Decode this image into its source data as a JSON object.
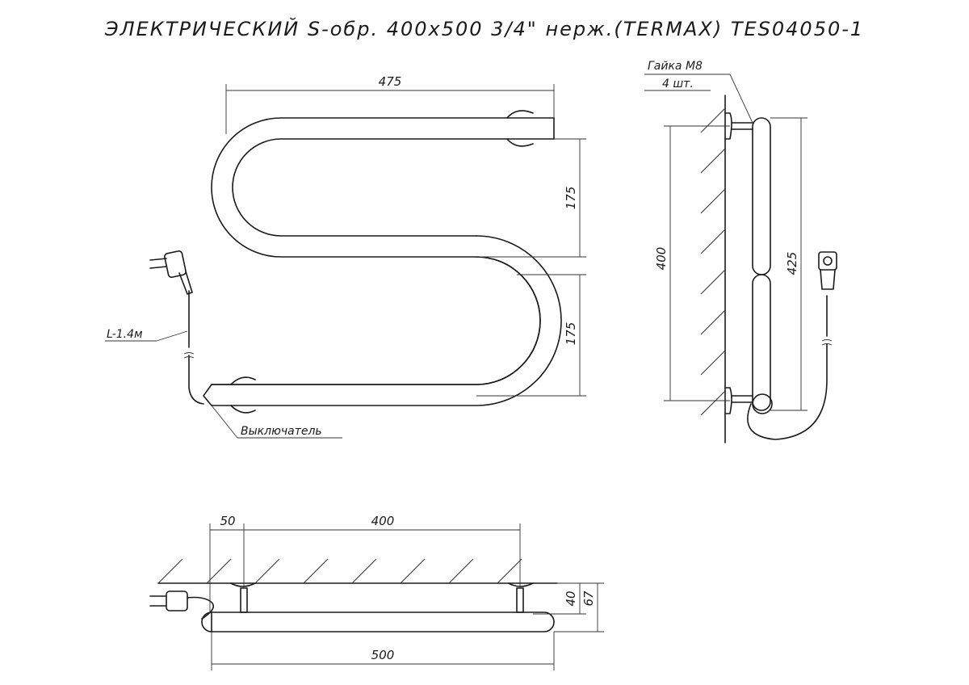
{
  "title": "ЭЛЕКТРИЧЕСКИЙ S-обр. 400x500 3/4\" нерж.(TERMAX) TES04050-1",
  "front_view": {
    "dim_width": "475",
    "dim_upper_loop": "175",
    "dim_lower_loop": "175",
    "cable_length": "L-1.4м",
    "switch_label": "Выключатель"
  },
  "side_view": {
    "nut_label": "Гайка М8",
    "nut_count": "4 шт.",
    "dim_mount_height": "400",
    "dim_total_height": "425"
  },
  "top_view": {
    "dim_offset": "50",
    "dim_mount_width": "400",
    "dim_depth_mount": "40",
    "dim_depth_total": "67",
    "dim_total_width": "500"
  }
}
